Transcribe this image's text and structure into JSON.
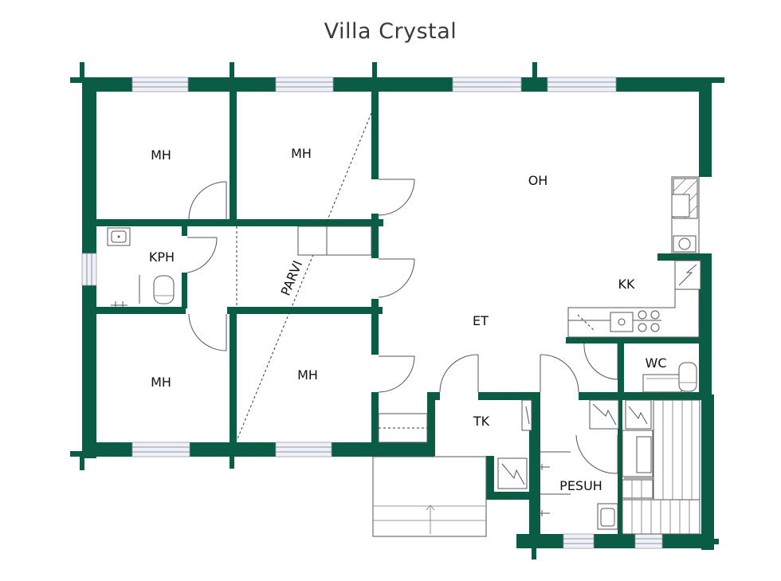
{
  "title": "Villa Crystal",
  "rooms": {
    "mh_top_left": "MH",
    "mh_top_mid": "MH",
    "mh_bottom_left": "MH",
    "mh_bottom_mid": "MH",
    "kph": "KPH",
    "parvi": "PARVI",
    "oh": "OH",
    "kk": "KK",
    "et": "ET",
    "wc": "WC",
    "tk": "TK",
    "pesuh": "PESUH"
  },
  "colors": {
    "wall": "#0a5c45",
    "window": "#eef0fa",
    "text": "#111111"
  }
}
